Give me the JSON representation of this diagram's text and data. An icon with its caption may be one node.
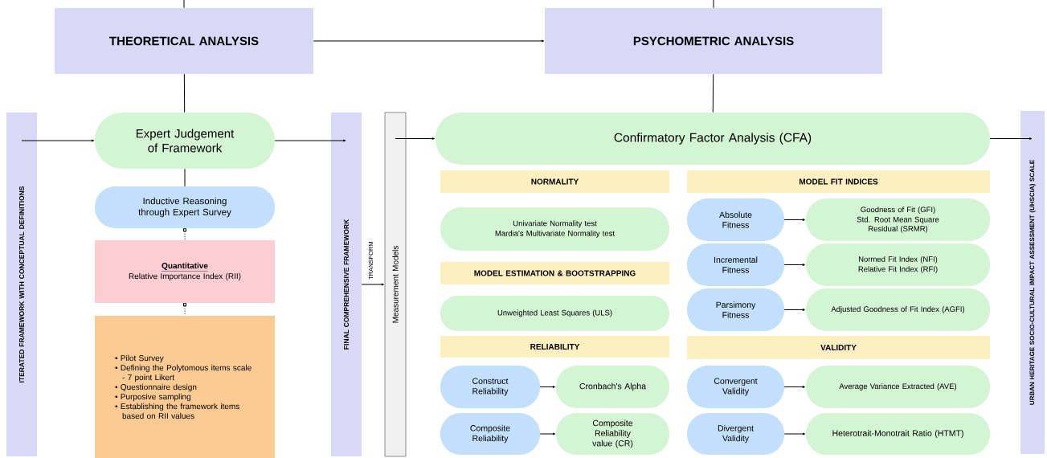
{
  "diagram": {
    "nodes": [
      {
        "text": [
          "THEORETICAL ANALYSIS"
        ]
      },
      {
        "text": [
          "PSYCHOMETRIC ANALYSIS"
        ]
      },
      {
        "text": [
          "ITERATED FRAMEWORK WITH CONCEPTUAL DEFINITIONS"
        ]
      },
      {
        "text": [
          "Expert Judgement of Framework"
        ]
      },
      {
        "text": [
          "Inductive Reasoning through Expert Survey"
        ]
      },
      {
        "text": [
          "Quantitative",
          "Relative Importance Index (RII)"
        ]
      },
      {
        "text": [
          "• Pilot Survey",
          "• Defining the Polytomous items scale - 7 point Likert",
          "• Questionnaire design",
          "• Purposive sampling",
          "• Establishing the framework items based on RII values"
        ]
      },
      {
        "text": [
          "FINAL COMPREHENSIVE FRAMEWORK"
        ]
      },
      {
        "text": [
          "Measurement Models"
        ]
      },
      {
        "text": [
          "Confirmatory Factor Analysis (CFA)"
        ]
      },
      {
        "text": [
          "NORMALITY"
        ]
      },
      {
        "text": [
          "Univariate Normality test",
          "Mardia's Multivariate Normality test"
        ]
      },
      {
        "text": [
          "MODEL ESTIMATION & BOOTSTRAPPING"
        ]
      },
      {
        "text": [
          "Unweighted Least Squares (ULS)"
        ]
      },
      {
        "text": [
          "RELIABILITY"
        ]
      },
      {
        "text": [
          "Construct Reliability"
        ]
      },
      {
        "text": [
          "Cronbach's Alpha"
        ]
      },
      {
        "text": [
          "Composite Reliability"
        ]
      },
      {
        "text": [
          "Composite Reliability value (CR)"
        ]
      },
      {
        "text": [
          "MODEL FIT INDICES"
        ]
      },
      {
        "text": [
          "Absolute Fitness"
        ]
      },
      {
        "text": [
          "Goodness of Fit (GFI)",
          "Std. Root Mean Square Residual (SRMR)"
        ]
      },
      {
        "text": [
          "Incremental Fitness"
        ]
      },
      {
        "text": [
          "Normed Fit Index (NFI)",
          "Relative Fit Index (RFI)"
        ]
      },
      {
        "text": [
          "Parsimony Fitness"
        ]
      },
      {
        "text": [
          "Adjusted Goodness of Fit Index (AGFI)"
        ]
      },
      {
        "text": [
          "VALIDITY"
        ]
      },
      {
        "text": [
          "Convergent Validity"
        ]
      },
      {
        "text": [
          "Average Variance Extracted (AVE)"
        ]
      },
      {
        "text": [
          "Divergent Validity"
        ]
      },
      {
        "text": [
          "Heterotrait-Monotrait Ratio (HTMT)"
        ]
      },
      {
        "text": [
          "URBAN HERITAGE SOCIO-CULTURAL IMPACT ASSESSMENT (UHSCIA) SCALE"
        ]
      }
    ],
    "edges": [
      {
        "from": 0,
        "to": 1,
        "arrow": "to"
      },
      {
        "from": 0,
        "to": 3,
        "arrow": "none"
      },
      {
        "from": 1,
        "to": 9,
        "arrow": "none"
      },
      {
        "from": 3,
        "to": 4,
        "arrow": "none"
      },
      {
        "from": 4,
        "to": 5,
        "arrow": "other",
        "style": "dashed"
      },
      {
        "from": 5,
        "to": 6,
        "arrow": "other",
        "style": "dashed"
      },
      {
        "from": 2,
        "to": 3,
        "arrow": "to"
      },
      {
        "from": 3,
        "to": 7,
        "arrow": "to"
      },
      {
        "from": 7,
        "to": 8,
        "arrow": "to",
        "label": "TRANSFORM"
      },
      {
        "from": 8,
        "to": 9,
        "arrow": "to"
      },
      {
        "from": 9,
        "to": 31,
        "arrow": "to"
      },
      {
        "from": 15,
        "to": 16,
        "arrow": "to"
      },
      {
        "from": 17,
        "to": 18,
        "arrow": "to"
      },
      {
        "from": 20,
        "to": 21,
        "arrow": "to"
      },
      {
        "from": 22,
        "to": 23,
        "arrow": "to"
      },
      {
        "from": 24,
        "to": 25,
        "arrow": "to"
      },
      {
        "from": 27,
        "to": 28,
        "arrow": "to"
      },
      {
        "from": 29,
        "to": 30,
        "arrow": "to"
      },
      {
        "from": null,
        "to": 0,
        "arrow": "none"
      },
      {
        "from": null,
        "to": 1,
        "arrow": "none"
      }
    ]
  }
}
